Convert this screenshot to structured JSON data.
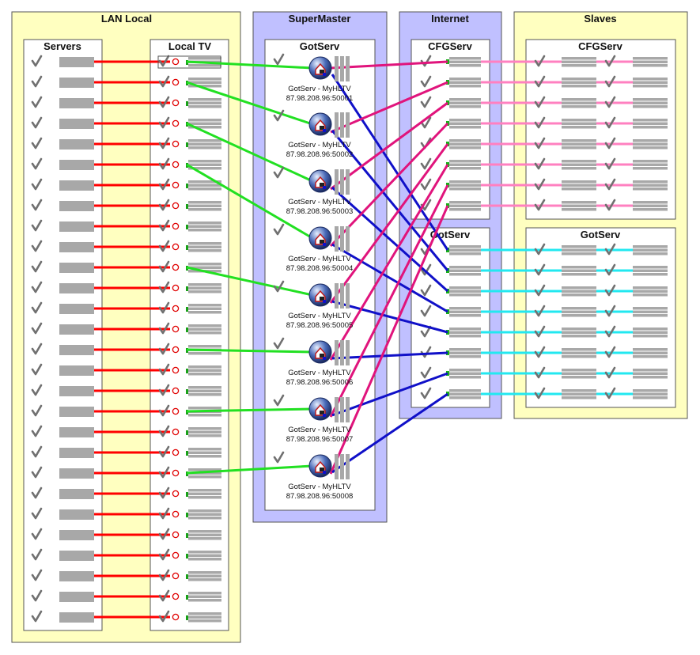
{
  "groups": {
    "lan_local": "LAN Local",
    "servers": "Servers",
    "local_tv": "Local TV",
    "supermaster": "SuperMaster",
    "supermaster_gotserv": "GotServ",
    "internet": "Internet",
    "internet_cfgserv": "CFGServ",
    "internet_gotserv": "GotServ",
    "slaves": "Slaves",
    "slaves_cfgserv": "CFGServ",
    "slaves_gotserv": "GotServ"
  },
  "lan_rows": 28,
  "cfg_rows": 8,
  "got_rows": 8,
  "gotserv_nodes": [
    {
      "name": "GotServ - MyHLTV",
      "address": "87.98.208.96:50001",
      "tv_row": 0
    },
    {
      "name": "GotServ - MyHLTV",
      "address": "87.98.208.96:50002",
      "tv_row": 1
    },
    {
      "name": "GotServ - MyHLTV",
      "address": "87.98.208.96:50003",
      "tv_row": 3
    },
    {
      "name": "GotServ - MyHLTV",
      "address": "87.98.208.96:50004",
      "tv_row": 5
    },
    {
      "name": "GotServ - MyHLTV",
      "address": "87.98.208.96:50005",
      "tv_row": 10
    },
    {
      "name": "GotServ - MyHLTV",
      "address": "87.98.208.96:50006",
      "tv_row": 14
    },
    {
      "name": "GotServ - MyHLTV",
      "address": "87.98.208.96:50007",
      "tv_row": 17
    },
    {
      "name": "GotServ - MyHLTV",
      "address": "87.98.208.96:50008",
      "tv_row": 20
    }
  ],
  "colors": {
    "lan_bg": "#ffffc0",
    "supermaster_bg": "#c0c0ff",
    "inner_bg": "#ffffff",
    "lan_link": "#ff0000",
    "tv_link": "#22e022",
    "cfg_link": "#e0147c",
    "got_link": "#1010c8",
    "slave_cfg_link": "#ff80c0",
    "slave_got_link": "#22e8f0",
    "bar": "#a8a8a8",
    "check": "#707070"
  }
}
